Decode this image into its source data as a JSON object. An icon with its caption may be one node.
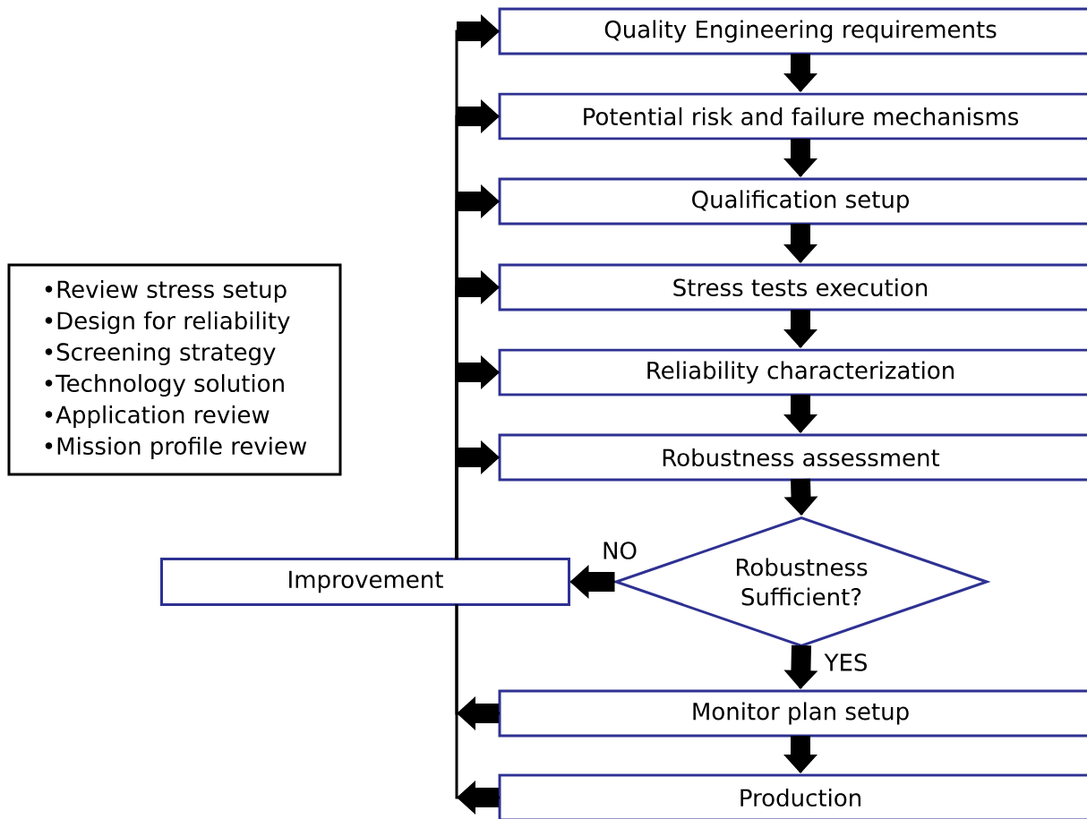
{
  "diagram": {
    "nodes": [
      {
        "text": [
          "Quality Engineering requirements"
        ]
      },
      {
        "text": [
          "Potential risk and failure mechanisms"
        ]
      },
      {
        "text": [
          "Qualification setup"
        ]
      },
      {
        "text": [
          "Stress tests execution"
        ]
      },
      {
        "text": [
          "Reliability characterization"
        ]
      },
      {
        "text": [
          "Robustness assessment"
        ]
      },
      {
        "text": [
          "Robustness Sufficient?"
        ]
      },
      {
        "text": [
          "Improvement"
        ]
      },
      {
        "text": [
          "Monitor plan setup"
        ]
      },
      {
        "text": [
          "Production"
        ]
      },
      {
        "text": [
          "•Review stress setup",
          "•Design for reliability",
          "•Screening strategy",
          "•Technology solution",
          "•Application review",
          "•Mission profile review"
        ]
      }
    ],
    "edges": [
      {
        "from": 0,
        "to": 1,
        "arrow": "to"
      },
      {
        "from": 1,
        "to": 2,
        "arrow": "to"
      },
      {
        "from": 2,
        "to": 3,
        "arrow": "to"
      },
      {
        "from": 3,
        "to": 4,
        "arrow": "to"
      },
      {
        "from": 4,
        "to": 5,
        "arrow": "to"
      },
      {
        "from": 5,
        "to": 6,
        "arrow": "to"
      },
      {
        "from": 6,
        "to": 7,
        "arrow": "to",
        "label": "NO"
      },
      {
        "from": 6,
        "to": 8,
        "arrow": "to",
        "label": "YES"
      },
      {
        "from": 8,
        "to": 9,
        "arrow": "to"
      },
      {
        "from": 8,
        "to": 7,
        "arrow": "to"
      },
      {
        "from": 9,
        "to": 7,
        "arrow": "to"
      },
      {
        "from": 7,
        "to": 0,
        "arrow": "to"
      },
      {
        "from": 7,
        "to": 1,
        "arrow": "to"
      },
      {
        "from": 7,
        "to": 2,
        "arrow": "to"
      },
      {
        "from": 7,
        "to": 3,
        "arrow": "to"
      },
      {
        "from": 7,
        "to": 4,
        "arrow": "to"
      },
      {
        "from": 7,
        "to": 5,
        "arrow": "to"
      }
    ]
  }
}
